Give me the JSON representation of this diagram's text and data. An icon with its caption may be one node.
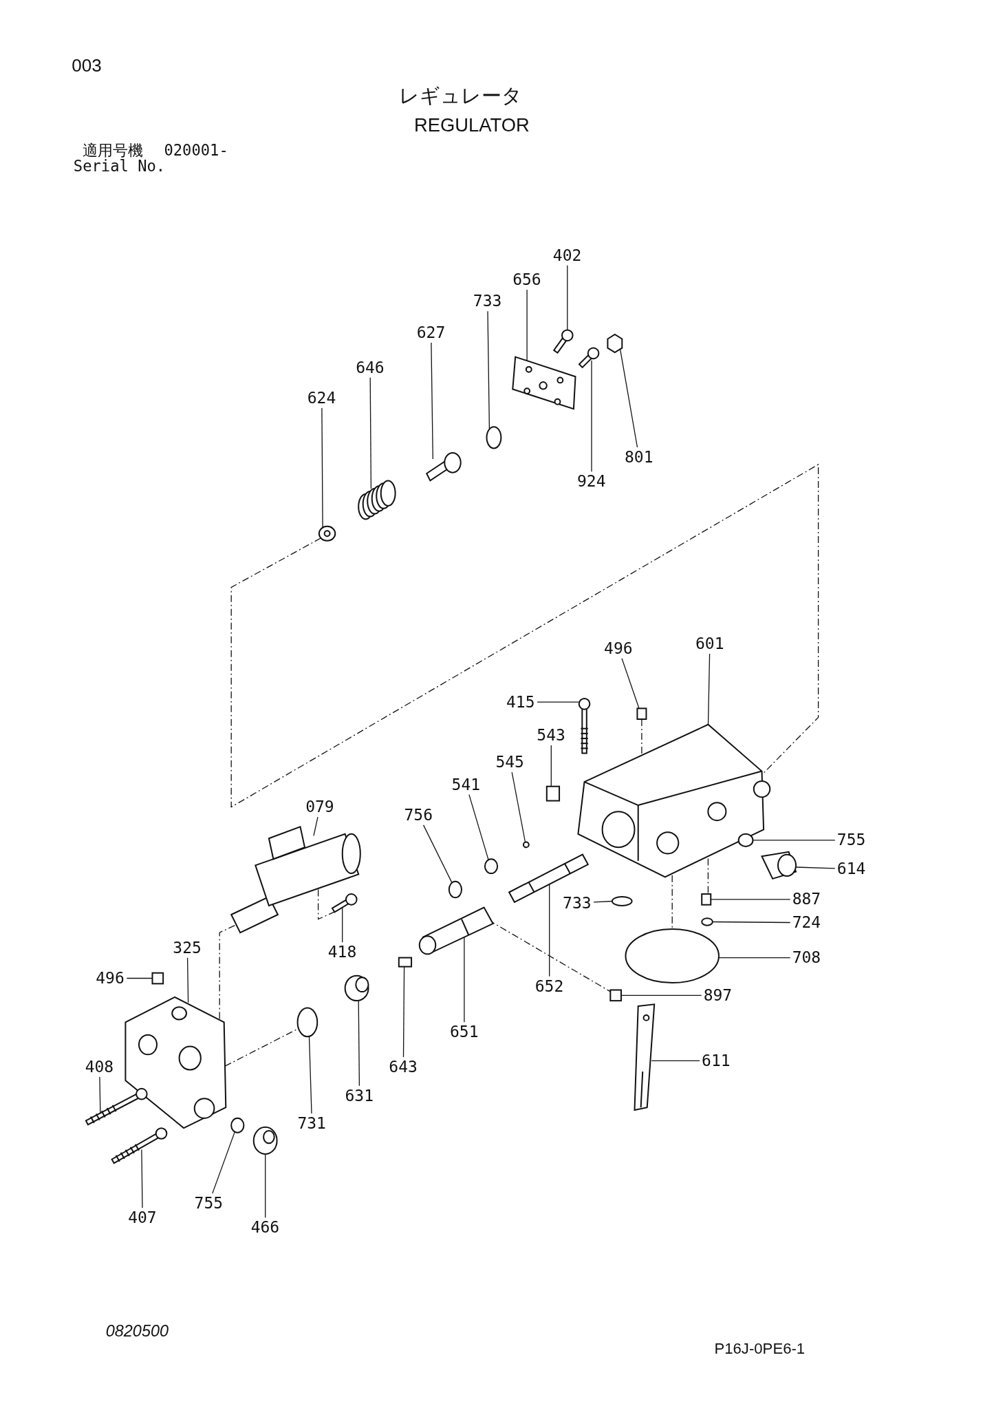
{
  "diagram": {
    "nodes": [
      {
        "text": [
          "402"
        ]
      },
      {
        "text": [
          "656"
        ]
      },
      {
        "text": [
          "733"
        ]
      },
      {
        "text": [
          "627"
        ]
      },
      {
        "text": [
          "646"
        ]
      },
      {
        "text": [
          "624"
        ]
      },
      {
        "text": [
          "801"
        ]
      },
      {
        "text": [
          "924"
        ]
      },
      {
        "text": [
          "496"
        ]
      },
      {
        "text": [
          "601"
        ]
      },
      {
        "text": [
          "415"
        ]
      },
      {
        "text": [
          "543"
        ]
      },
      {
        "text": [
          "545"
        ]
      },
      {
        "text": [
          "541"
        ]
      },
      {
        "text": [
          "756"
        ]
      },
      {
        "text": [
          "079"
        ]
      },
      {
        "text": [
          "755"
        ]
      },
      {
        "text": [
          "614"
        ]
      },
      {
        "text": [
          "733"
        ]
      },
      {
        "text": [
          "887"
        ]
      },
      {
        "text": [
          "724"
        ]
      },
      {
        "text": [
          "708"
        ]
      },
      {
        "text": [
          "325"
        ]
      },
      {
        "text": [
          "418"
        ]
      },
      {
        "text": [
          "496"
        ]
      },
      {
        "text": [
          "652"
        ]
      },
      {
        "text": [
          "897"
        ]
      },
      {
        "text": [
          "651"
        ]
      },
      {
        "text": [
          "408"
        ]
      },
      {
        "text": [
          "643"
        ]
      },
      {
        "text": [
          "631"
        ]
      },
      {
        "text": [
          "611"
        ]
      },
      {
        "text": [
          "731"
        ]
      },
      {
        "text": [
          "755"
        ]
      },
      {
        "text": [
          "407"
        ]
      },
      {
        "text": [
          "466"
        ]
      },
      {
        "text": [],
        "shape": "picture"
      },
      {
        "text": [],
        "shape": "picture"
      },
      {
        "text": [],
        "shape": "circle"
      },
      {
        "text": [],
        "shape": "picture"
      },
      {
        "text": [],
        "shape": "picture"
      },
      {
        "text": [],
        "shape": "picture"
      },
      {
        "text": [],
        "shape": "hexagon"
      },
      {
        "text": [],
        "shape": "picture"
      },
      {
        "text": [],
        "shape": "box"
      },
      {
        "text": [],
        "shape": "picture"
      },
      {
        "text": [],
        "shape": "picture"
      },
      {
        "text": [],
        "shape": "box"
      },
      {
        "text": [],
        "shape": "circle"
      },
      {
        "text": [],
        "shape": "circle"
      },
      {
        "text": [],
        "shape": "circle"
      },
      {
        "text": [],
        "shape": "picture"
      },
      {
        "text": [],
        "shape": "circle"
      },
      {
        "text": [],
        "shape": "picture"
      },
      {
        "text": [],
        "shape": "circle"
      },
      {
        "text": [],
        "shape": "box"
      },
      {
        "text": [],
        "shape": "circle"
      },
      {
        "text": [],
        "shape": "circle"
      },
      {
        "text": [],
        "shape": "picture"
      },
      {
        "text": [],
        "shape": "picture"
      },
      {
        "text": [],
        "shape": "box"
      },
      {
        "text": [],
        "shape": "picture"
      },
      {
        "text": [],
        "shape": "box"
      },
      {
        "text": [],
        "shape": "picture"
      },
      {
        "text": [],
        "shape": "picture"
      },
      {
        "text": [],
        "shape": "box"
      },
      {
        "text": [],
        "shape": "picture"
      },
      {
        "text": [],
        "shape": "picture"
      },
      {
        "text": [],
        "shape": "circle"
      },
      {
        "text": [],
        "shape": "circle"
      },
      {
        "text": [],
        "shape": "picture"
      },
      {
        "text": [],
        "shape": "picture"
      }
    ],
    "edges": [
      {
        "from": 0,
        "to": 36,
        "arrow": "none"
      },
      {
        "from": 1,
        "to": 37,
        "arrow": "none"
      },
      {
        "from": 2,
        "to": 38,
        "arrow": "none"
      },
      {
        "from": 3,
        "to": 39,
        "arrow": "none"
      },
      {
        "from": 4,
        "to": 40,
        "arrow": "none"
      },
      {
        "from": 5,
        "to": 41,
        "arrow": "none"
      },
      {
        "from": 6,
        "to": 42,
        "arrow": "none"
      },
      {
        "from": 7,
        "to": 43,
        "arrow": "none"
      },
      {
        "from": 8,
        "to": 44,
        "arrow": "none"
      },
      {
        "from": 9,
        "to": 45,
        "arrow": "none"
      },
      {
        "from": 10,
        "to": 46,
        "arrow": "none"
      },
      {
        "from": 11,
        "to": 47,
        "arrow": "none"
      },
      {
        "from": 12,
        "to": 48,
        "arrow": "none"
      },
      {
        "from": 13,
        "to": 49,
        "arrow": "none"
      },
      {
        "from": 14,
        "to": 50,
        "arrow": "none"
      },
      {
        "from": 15,
        "to": 51,
        "arrow": "none"
      },
      {
        "from": 16,
        "to": 52,
        "arrow": "none"
      },
      {
        "from": 17,
        "to": 53,
        "arrow": "none"
      },
      {
        "from": 18,
        "to": 54,
        "arrow": "none"
      },
      {
        "from": 19,
        "to": 55,
        "arrow": "none"
      },
      {
        "from": 20,
        "to": 56,
        "arrow": "none"
      },
      {
        "from": 21,
        "to": 57,
        "arrow": "none"
      },
      {
        "from": 22,
        "to": 58,
        "arrow": "none"
      },
      {
        "from": 23,
        "to": 59,
        "arrow": "none"
      },
      {
        "from": 24,
        "to": 60,
        "arrow": "none"
      },
      {
        "from": 25,
        "to": 61,
        "arrow": "none"
      },
      {
        "from": 26,
        "to": 62,
        "arrow": "none"
      },
      {
        "from": 27,
        "to": 63,
        "arrow": "none"
      },
      {
        "from": 28,
        "to": 64,
        "arrow": "none"
      },
      {
        "from": 29,
        "to": 65,
        "arrow": "none"
      },
      {
        "from": 30,
        "to": 66,
        "arrow": "none"
      },
      {
        "from": 31,
        "to": 67,
        "arrow": "none"
      },
      {
        "from": 32,
        "to": 68,
        "arrow": "none"
      },
      {
        "from": 33,
        "to": 69,
        "arrow": "none"
      },
      {
        "from": 34,
        "to": 70,
        "arrow": "none"
      },
      {
        "from": 35,
        "to": 71,
        "arrow": "none"
      },
      {
        "from": 41,
        "to": 45,
        "arrow": "none",
        "style": "dashed"
      },
      {
        "from": 63,
        "to": 62,
        "arrow": "none",
        "style": "dashed"
      },
      {
        "from": 45,
        "to": 57,
        "arrow": "none",
        "style": "dashed"
      },
      {
        "from": 58,
        "to": 68,
        "arrow": "none",
        "style": "dashed"
      },
      {
        "from": 45,
        "to": 55,
        "arrow": "none",
        "style": "dashed"
      },
      {
        "from": 51,
        "to": 59,
        "arrow": "none",
        "style": "dashed"
      },
      {
        "from": 44,
        "to": 45,
        "arrow": "none",
        "style": "dashed"
      },
      {
        "from": 51,
        "to": 58,
        "arrow": "none",
        "style": "dashed"
      }
    ],
    "labels": [
      "003",
      "レギュレータ",
      "REGULATOR",
      "適用号機",
      "020001-",
      "Serial No.",
      "0820500",
      "P16J-0PE6-1"
    ]
  }
}
